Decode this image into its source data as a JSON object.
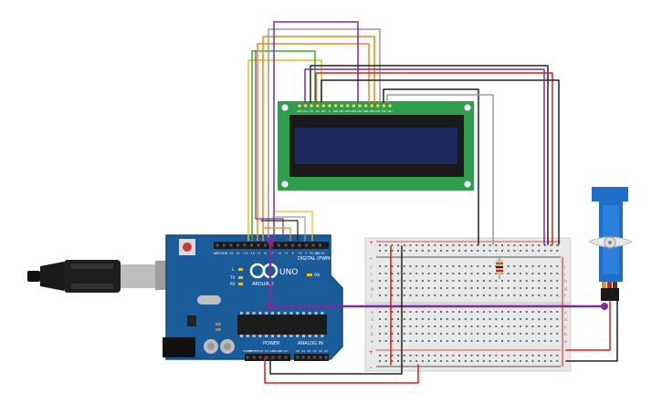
{
  "arduino": {
    "board_name": "UNO",
    "brand": "ARDUINO",
    "digital_label": "DIGITAL (PWM~)",
    "power_label": "POWER",
    "analog_label": "ANALOG IN",
    "led_labels": [
      "L",
      "TX",
      "RX"
    ],
    "on_label": "ON",
    "digital_pins": [
      "AREF",
      "GND",
      "13",
      "12",
      "~11",
      "~10",
      "~9",
      "8",
      "7",
      "~6",
      "~5",
      "4",
      "~3",
      "2",
      "TX→1",
      "RX←0"
    ],
    "power_pins": [
      "IOREF",
      "RESET",
      "3.3V",
      "5V",
      "GND",
      "GND",
      "Vin"
    ],
    "analog_pins": [
      "A0",
      "A1",
      "A2",
      "A3",
      "A4",
      "A5"
    ]
  },
  "lcd": {
    "pin_labels": [
      "GND",
      "VCC",
      "V0",
      "RS",
      "RW",
      "E",
      "DB0",
      "DB1",
      "DB2",
      "DB3",
      "DB4",
      "DB5",
      "DB6",
      "DB7",
      "LED",
      "LED"
    ]
  },
  "breadboard": {
    "row_letters_top": [
      "j",
      "i",
      "h",
      "g",
      "f"
    ],
    "row_letters_bottom": [
      "e",
      "d",
      "c",
      "b",
      "a"
    ],
    "rail_plus": "+",
    "rail_minus": "-"
  },
  "colors": {
    "board": "#1a5c9a",
    "board_edge": "#124a7e",
    "lcd_pcb": "#2f9e4f",
    "lcd_screen": "#1c2a5e",
    "breadboard": "#e8e8e8",
    "servo": "#1f6fc9",
    "wire_black": "#222222",
    "wire_red": "#d42020",
    "wire_orange": "#e88a18",
    "wire_purple": "#7a2e9a",
    "wire_yellow": "#e3c21a",
    "wire_green": "#3faa2a",
    "wire_gray": "#9a9a9a"
  }
}
